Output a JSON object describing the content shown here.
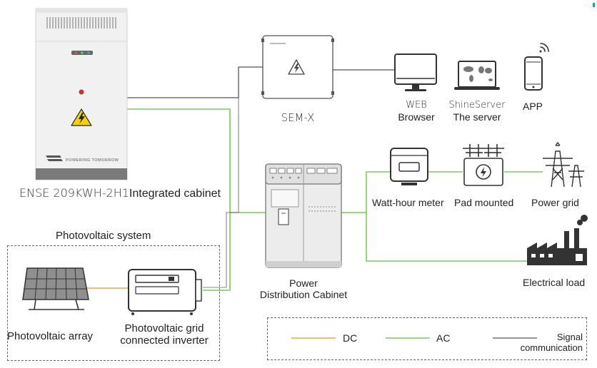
{
  "cabinet": {
    "brand_text": "POWERING TOMORROW",
    "model": "ENSE 209KWH-2H1",
    "caption": "Integrated cabinet"
  },
  "sem": {
    "label": "SEM-X"
  },
  "monitoring": {
    "web": {
      "line1": "WEB",
      "line2": "Browser"
    },
    "server": {
      "line1": "ShineServer",
      "line2": "The server"
    },
    "app": {
      "label": "APP"
    }
  },
  "distribution": {
    "line1": "Power",
    "line2": "Distribution Cabinet"
  },
  "grid_side": {
    "meter": "Watt-hour meter",
    "transformer": "Pad mounted",
    "grid": "Power grid",
    "load": "Electrical load"
  },
  "pv_system": {
    "title": "Photovoltaic system",
    "array": "Photovoltaic array",
    "inverter_line1": "Photovoltaic grid",
    "inverter_line2": "connected inverter"
  },
  "legend": {
    "dc": "DC",
    "ac": "AC",
    "signal_line1": "Signal",
    "signal_line2": "communication"
  },
  "colors": {
    "dc": "#f2a93b",
    "ac": "#7ccc5a",
    "signal": "#555555",
    "warning": "#f5d100",
    "accent": "#1aa88c"
  }
}
